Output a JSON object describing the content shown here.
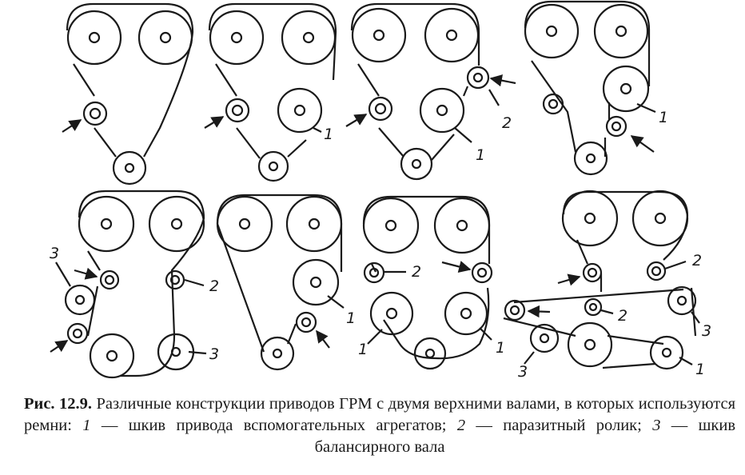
{
  "figure": {
    "labels": {
      "one": "1",
      "two": "2",
      "three": "3"
    },
    "stroke_color": "#1a1a1a"
  },
  "caption": {
    "title": "Рис. 12.9.",
    "text_1": " Различные конструкции приводов ГРМ с двумя верхними валами, в которых используются ремни: ",
    "n1": "1",
    "text_2": " — шкив привода вспомогательных агрегатов; ",
    "n2": "2",
    "text_3": " — паразитный ролик; ",
    "n3": "3",
    "text_4": " — шкив балансирного вала"
  }
}
